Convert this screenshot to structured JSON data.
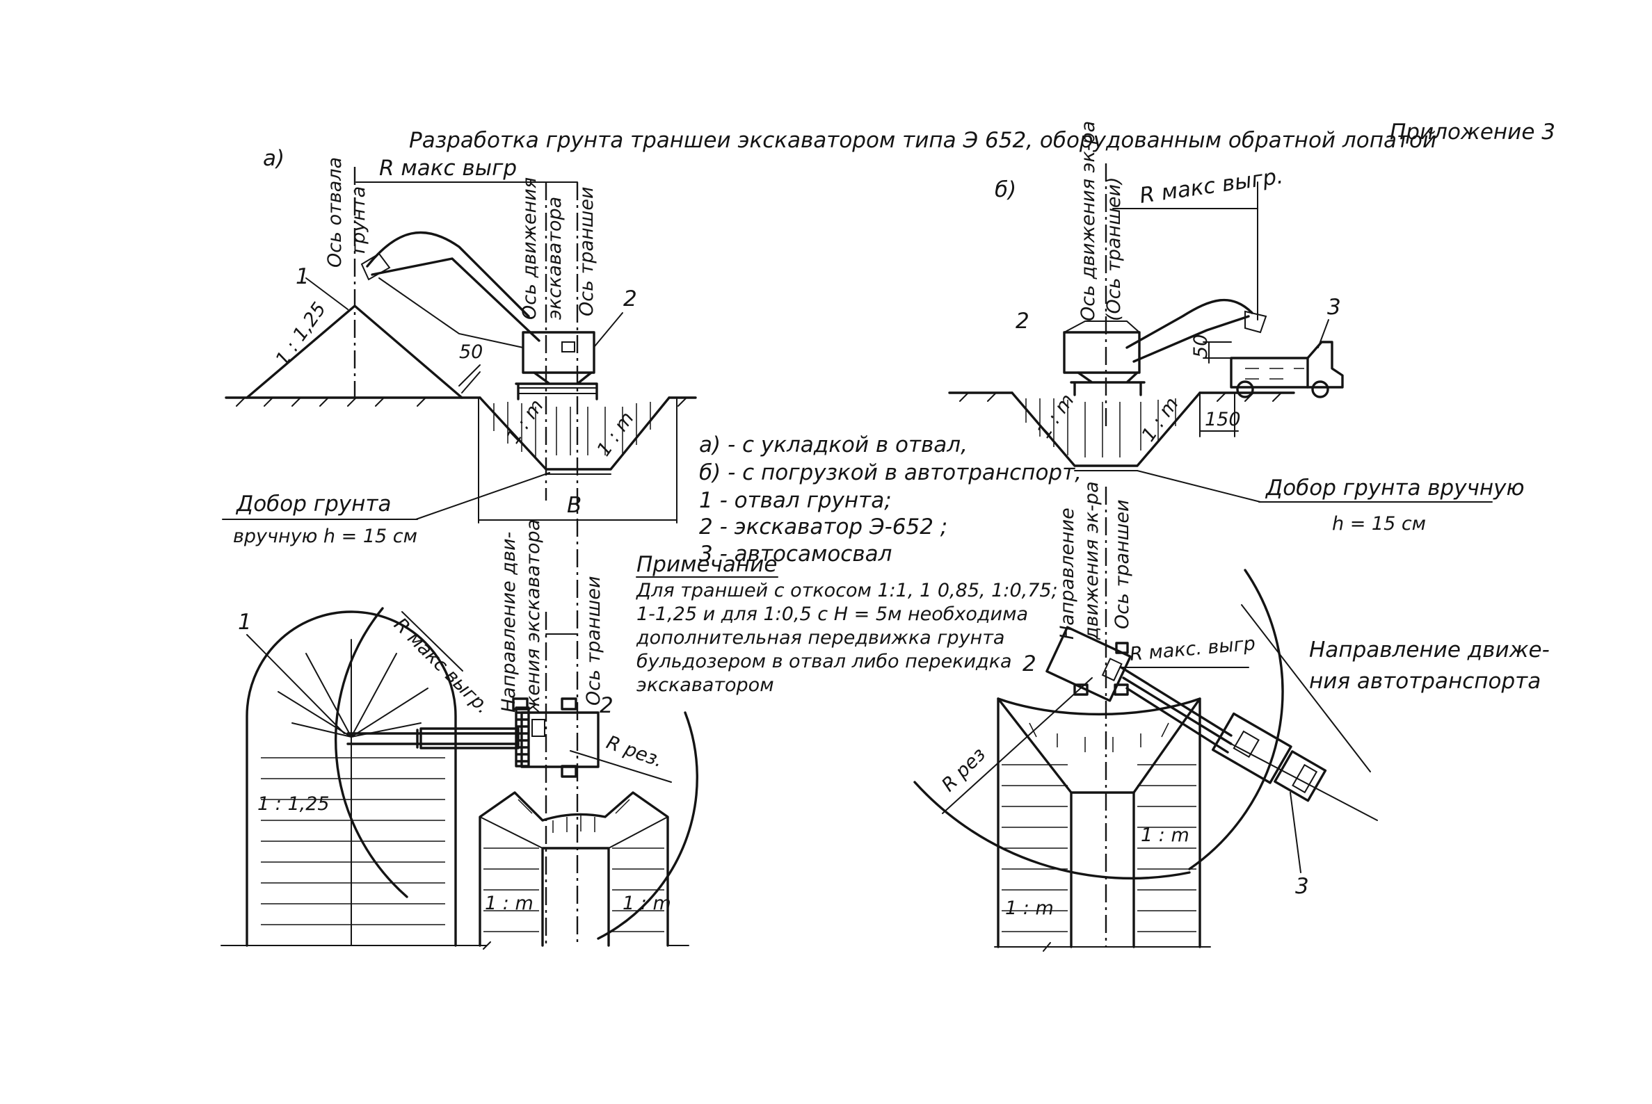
{
  "title": "Разработка грунта траншеи экскаватором типа Э 652, оборудованным обратной лопатой",
  "appendix": "Приложение 3",
  "panel_a": {
    "letter": "а)",
    "r_max_vygr": "R макс выгр",
    "axis_spoil_1": "Ось отвала",
    "axis_spoil_2": "грунта",
    "axis_move_1": "Ось движения",
    "axis_move_2": "экскаватора",
    "axis_trench": "Ось траншеи",
    "num_1": "1",
    "num_2": "2",
    "slope_125": "1 : 1,25",
    "dim_50": "50",
    "slope_1m": "1 : m",
    "width_B": "В",
    "dobor_1": "Добор грунта",
    "dobor_2": "вручную h = 15 см"
  },
  "panel_b": {
    "letter": "б)",
    "r_max_vygr": "R макс выгр.",
    "axis_move_1": "Ось движения эк-ра",
    "axis_move_2": "(Ось траншеи)",
    "num_2": "2",
    "num_3": "3",
    "dim_50": "50",
    "dim_150": "150",
    "slope_1m": "1 : m",
    "dobor_1": "Добор грунта вручную",
    "dobor_2": "h = 15 см"
  },
  "legend": [
    "а) - с укладкой в отвал,",
    "б) - с погрузкой в автотранспорт,",
    "1 - отвал грунта;",
    "2 - экскаватор Э-652 ;",
    "3 - автосамосвал"
  ],
  "note": {
    "heading": "Примечание",
    "lines": [
      "Для траншей с откосом 1:1, 1 0,85, 1:0,75;",
      "1-1,25 и для 1:0,5 с Н = 5м необходима",
      "дополнительная передвижка грунта",
      "бульдозером в отвал либо перекидка",
      "экскаватором"
    ]
  },
  "plan_a": {
    "dir_1": "Направление дви-",
    "dir_2": "жения экскаватора",
    "axis_trench": "Ось траншеи",
    "num_1": "1",
    "num_2": "2",
    "r_max_vygr": "R макс выгр.",
    "r_rez": "R рез.",
    "slope_125": "1 : 1,25",
    "slope_1m": "1 : m"
  },
  "plan_b": {
    "dir_1": "Направление",
    "dir_2": "движения эк-ра",
    "axis_trench": "Ось траншеи",
    "num_2": "2",
    "num_3": "3",
    "r_max_vygr": "R макс. выгр",
    "r_rez": "R рез",
    "slope_1m": "1 : m",
    "transport_dir_1": "Направление движе-",
    "transport_dir_2": "ния автотранспорта"
  }
}
